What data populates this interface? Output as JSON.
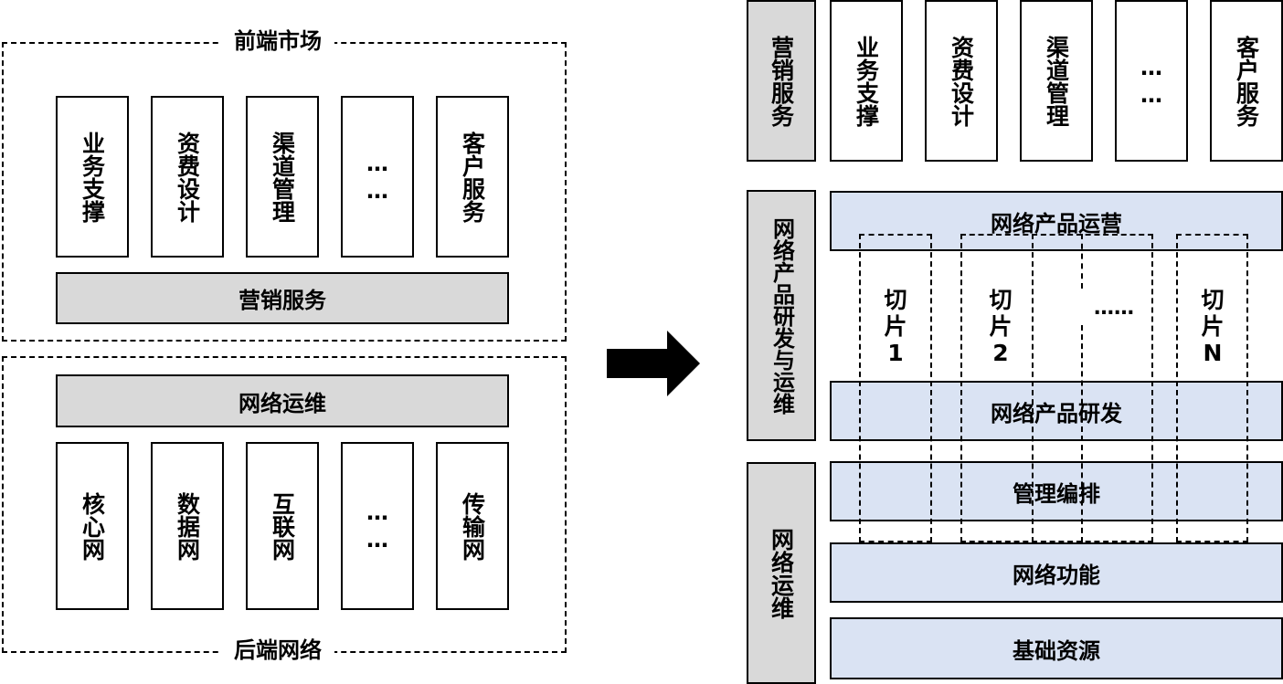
{
  "left": {
    "front_title": "前端市场",
    "back_title": "后端网络",
    "front_items": [
      {
        "label": "业务支撑",
        "dots": false
      },
      {
        "label": "资费设计",
        "dots": false
      },
      {
        "label": "渠道管理",
        "dots": false
      },
      {
        "label": "……",
        "dots": true
      },
      {
        "label": "客户服务",
        "dots": false
      }
    ],
    "marketing_bar": "营销服务",
    "ops_bar": "网络运维",
    "back_items": [
      {
        "label": "核心网",
        "dots": false
      },
      {
        "label": "数据网",
        "dots": false
      },
      {
        "label": "互联网",
        "dots": false
      },
      {
        "label": "……",
        "dots": true
      },
      {
        "label": "传输网",
        "dots": false
      }
    ]
  },
  "right": {
    "marketing_side": "营销服务",
    "top_items": [
      {
        "label": "业务支撑",
        "dots": false
      },
      {
        "label": "资费设计",
        "dots": false
      },
      {
        "label": "渠道管理",
        "dots": false
      },
      {
        "label": "……",
        "dots": true
      },
      {
        "label": "客户服务",
        "dots": false
      }
    ],
    "rd_side": "网络产品研发与运维",
    "ops_side": "网络运维",
    "layers": {
      "product_ops": "网络产品运营",
      "product_rd": "网络产品研发",
      "orchestration": "管理编排",
      "functions": "网络功能",
      "resources": "基础资源"
    },
    "slices": {
      "slice1": [
        "切",
        "片",
        "1"
      ],
      "slice2": [
        "切",
        "片",
        "2"
      ],
      "ellipsis": "……",
      "sliceN": [
        "切",
        "片",
        "N"
      ]
    }
  },
  "colors": {
    "gray_fill": "#d9d9d9",
    "blue_fill": "#dae3f3",
    "border": "#000000"
  }
}
